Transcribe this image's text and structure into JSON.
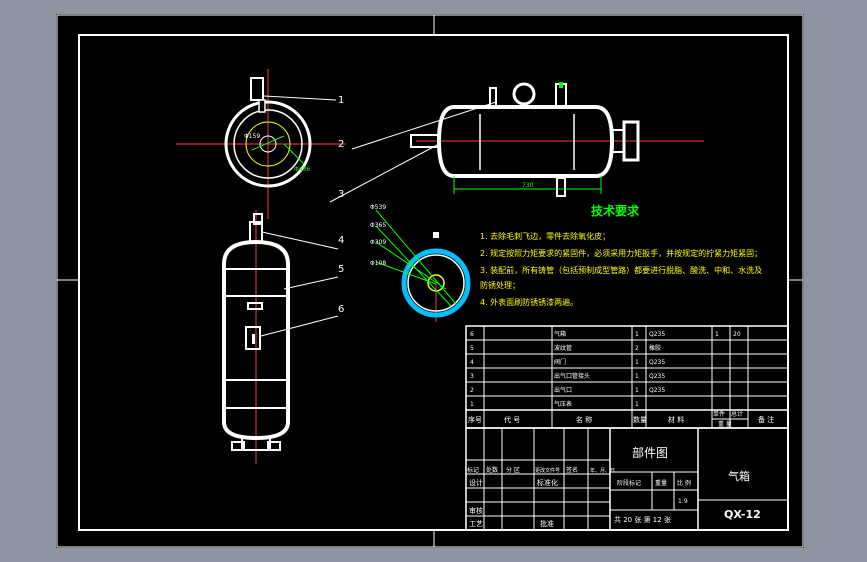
{
  "callouts": [
    "1",
    "2",
    "3",
    "4",
    "5",
    "6"
  ],
  "dims": {
    "top_view_small": "Φ159",
    "top_view_outer": "Φ486",
    "side_length": "730",
    "section": [
      "Φ539",
      "Φ365",
      "Φ309",
      "Φ108"
    ]
  },
  "tech": {
    "title": "技术要求",
    "lines": [
      "1. 去除毛刺飞边，零件去除氧化皮；",
      "2. 规定按照力矩要求的紧固件，必须采用力矩扳手，并按规定的拧紧力矩紧固；",
      "3. 装配前，所有铸管（包括预制成型管路）都要进行脱脂、酸洗、中和、水洗及",
      "防锈处理；",
      "4. 外表面刷防锈锈漆两遍。"
    ]
  },
  "bom": {
    "rows": [
      {
        "no": "6",
        "name": "气箱",
        "qty": "1",
        "mat": "Q235",
        "w1": "1",
        "w2": "20"
      },
      {
        "no": "5",
        "name": "波纹管",
        "qty": "2",
        "mat": "橡胶",
        "w1": "",
        "w2": ""
      },
      {
        "no": "4",
        "name": "阀门",
        "qty": "1",
        "mat": "Q235",
        "w1": "",
        "w2": ""
      },
      {
        "no": "3",
        "name": "出气口管接头",
        "qty": "1",
        "mat": "Q235",
        "w1": "",
        "w2": ""
      },
      {
        "no": "2",
        "name": "出气口",
        "qty": "1",
        "mat": "Q235",
        "w1": "",
        "w2": ""
      },
      {
        "no": "1",
        "name": "气压表",
        "qty": "1",
        "mat": "",
        "w1": "",
        "w2": ""
      }
    ],
    "header": [
      "序号",
      "代 号",
      "名 称",
      "数量",
      "材 料",
      "单件",
      "总计",
      "备 注"
    ],
    "header_sub": "重 量"
  },
  "titleblock": {
    "part_label": "部件图",
    "name": "气箱",
    "drawing_no": "QX-12",
    "rev_row": [
      "标记",
      "处数",
      "分 区",
      "更改文件号",
      "签名",
      "年、月、日"
    ],
    "design": "设计",
    "standard": "标准化",
    "review": "审核",
    "process": "工艺",
    "approve": "批准",
    "stage": "阶段标记",
    "weight": "重量",
    "scale": "比 例",
    "scale_val": "1:9",
    "sheets": "共 20 张  第 12 张"
  }
}
